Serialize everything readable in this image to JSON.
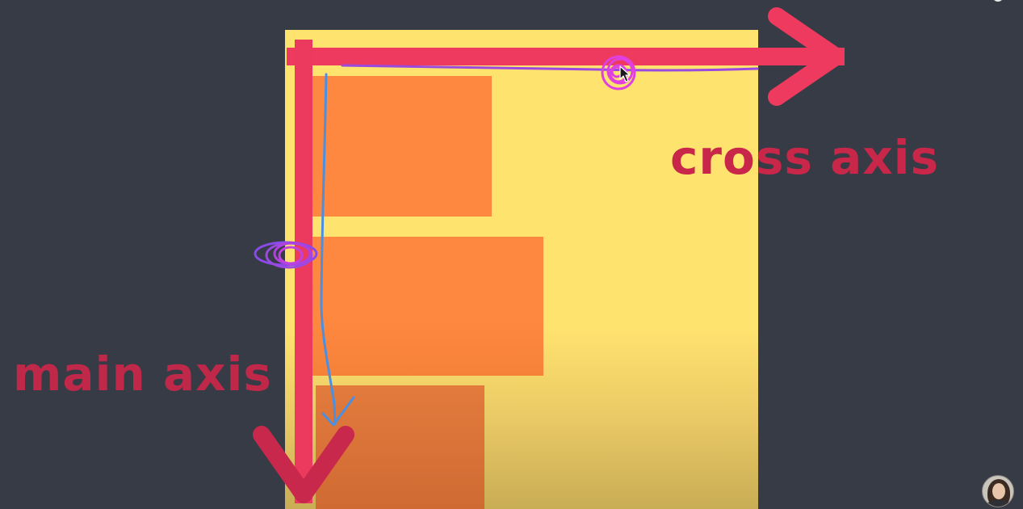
{
  "diagram": {
    "labels": {
      "cross_axis": "cross axis",
      "main_axis": "main axis"
    },
    "colors": {
      "background": "#363b45",
      "container": "#ffe36f",
      "item": "#ff8840",
      "axis_arrow": "#ee3a5f",
      "label": "#c8274a",
      "pen_blue": "#4a90e2",
      "pen_purple": "#9b4ae0",
      "pen_magenta": "#e040e0"
    },
    "icons": {
      "cursor": "mouse-pointer-icon",
      "presenter": "presenter-avatar"
    }
  }
}
